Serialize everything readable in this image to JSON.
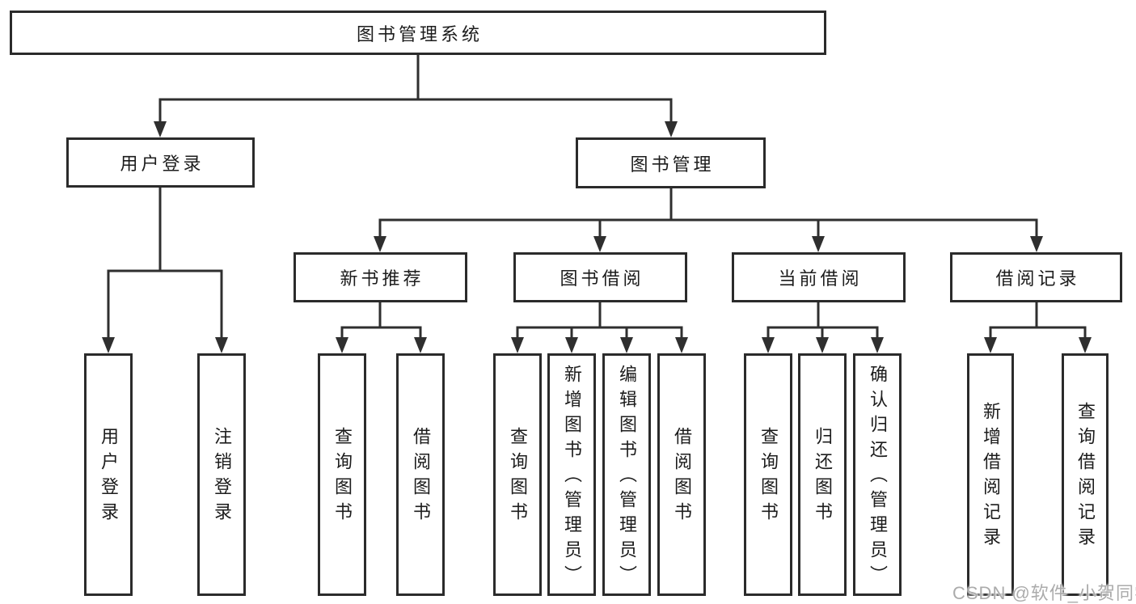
{
  "tree": {
    "root": {
      "label": "图书管理系统"
    },
    "branches": [
      {
        "label": "用户登录",
        "leaves": [
          {
            "label": "用户登录"
          },
          {
            "label": "注销登录"
          }
        ]
      },
      {
        "label": "图书管理",
        "children": [
          {
            "label": "新书推荐",
            "leaves": [
              {
                "label": "查询图书"
              },
              {
                "label": "借阅图书"
              }
            ]
          },
          {
            "label": "图书借阅",
            "leaves": [
              {
                "label": "查询图书"
              },
              {
                "label": "新增图书（管理员）"
              },
              {
                "label": "编辑图书（管理员）"
              },
              {
                "label": "借阅图书"
              }
            ]
          },
          {
            "label": "当前借阅",
            "leaves": [
              {
                "label": "查询图书"
              },
              {
                "label": "归还图书"
              },
              {
                "label": "确认归还（管理员）"
              }
            ]
          },
          {
            "label": "借阅记录",
            "leaves": [
              {
                "label": "新增借阅记录"
              },
              {
                "label": "查询借阅记录"
              }
            ]
          }
        ]
      }
    ]
  },
  "watermark": {
    "text": "CSDN @软件_小贺同学"
  },
  "colors": {
    "line": "#2f2f2f",
    "box_border": "#2b2b2b",
    "box_background": "#ffffff",
    "text": "#1c1c1c",
    "watermark_text": "#ababab",
    "page_background": "#ffffff"
  }
}
